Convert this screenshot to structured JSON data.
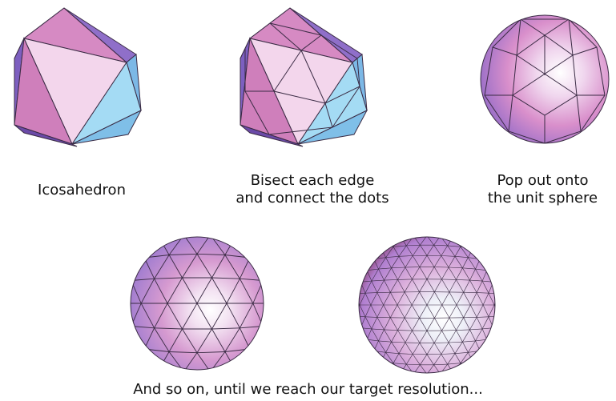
{
  "captions": {
    "icosahedron": "Icosahedron",
    "bisect_line1": "Bisect each edge",
    "bisect_line2": "and connect the dots",
    "popout_line1": "Pop out onto",
    "popout_line2": "the unit sphere",
    "footer": "And so on, until we reach our target resolution..."
  },
  "colors": {
    "face_pink": "#d889c5",
    "face_light": "#f3d6ec",
    "face_blue": "#9fd4ef",
    "face_purple": "#8f6fc9",
    "face_dark_red": "#7a1f3d",
    "edge": "#3a2b44"
  },
  "figures": [
    {
      "name": "icosahedron",
      "subdivisions": 0
    },
    {
      "name": "bisected-icosahedron",
      "subdivisions": 1
    },
    {
      "name": "projected-sphere",
      "subdivisions": 1
    },
    {
      "name": "geodesic-sphere-level-2",
      "subdivisions": 2
    },
    {
      "name": "geodesic-sphere-level-3",
      "subdivisions": 3
    }
  ]
}
